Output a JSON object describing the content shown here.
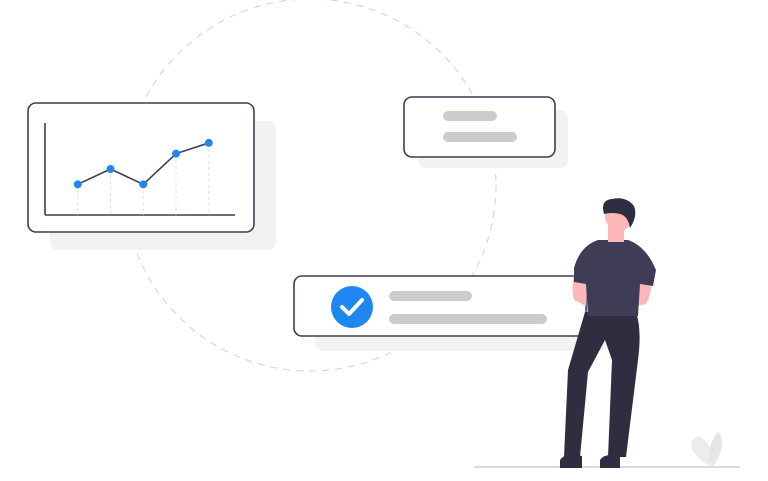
{
  "colors": {
    "background": "#ffffff",
    "accent": "#1e88f0",
    "card_border": "#3f3d56",
    "card_fill": "#ffffff",
    "shadow": "#f2f2f2",
    "placeholder_bar": "#cccccc",
    "dashed_ring": "#d8d8d8",
    "person_shirt": "#3f3d56",
    "person_pants": "#2f2e41",
    "person_hair": "#2f2e41",
    "person_skin": "#ffb8b8",
    "ground": "#d0d0d0",
    "plant": "#ececec"
  },
  "chart_card": {
    "icon": "line-chart-icon",
    "points": [
      {
        "x": 1,
        "y": 2
      },
      {
        "x": 2,
        "y": 3
      },
      {
        "x": 3,
        "y": 2
      },
      {
        "x": 4,
        "y": 4
      },
      {
        "x": 5,
        "y": 4.7
      }
    ],
    "x_range": [
      0,
      5.8
    ],
    "y_range": [
      0,
      6
    ]
  },
  "success_card": {
    "icon": "check-circle-icon"
  },
  "person": {
    "icon": "person-standing-icon"
  },
  "plant": {
    "icon": "leaf-icon"
  }
}
